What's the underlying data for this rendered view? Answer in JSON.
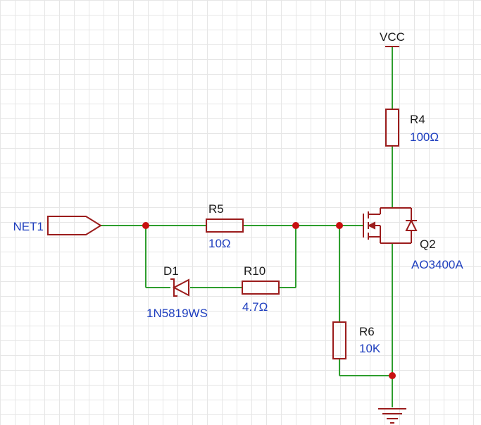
{
  "power": {
    "vcc_label": "VCC"
  },
  "net_port": {
    "label": "NET1"
  },
  "components": {
    "r4": {
      "ref": "R4",
      "value": "100Ω"
    },
    "r5": {
      "ref": "R5",
      "value": "10Ω"
    },
    "r10": {
      "ref": "R10",
      "value": "4.7Ω"
    },
    "r6": {
      "ref": "R6",
      "value": "10K"
    },
    "d1": {
      "ref": "D1",
      "value": "1N5819WS"
    },
    "q2": {
      "ref": "Q2",
      "value": "AO3400A"
    }
  },
  "colors": {
    "wire": "#2e9e2e",
    "component": "#9b1c1c",
    "junction": "#c81010",
    "value_text": "#1f3fbf",
    "ref_text": "#1a1a1a",
    "grid": "#e6e6e6"
  }
}
